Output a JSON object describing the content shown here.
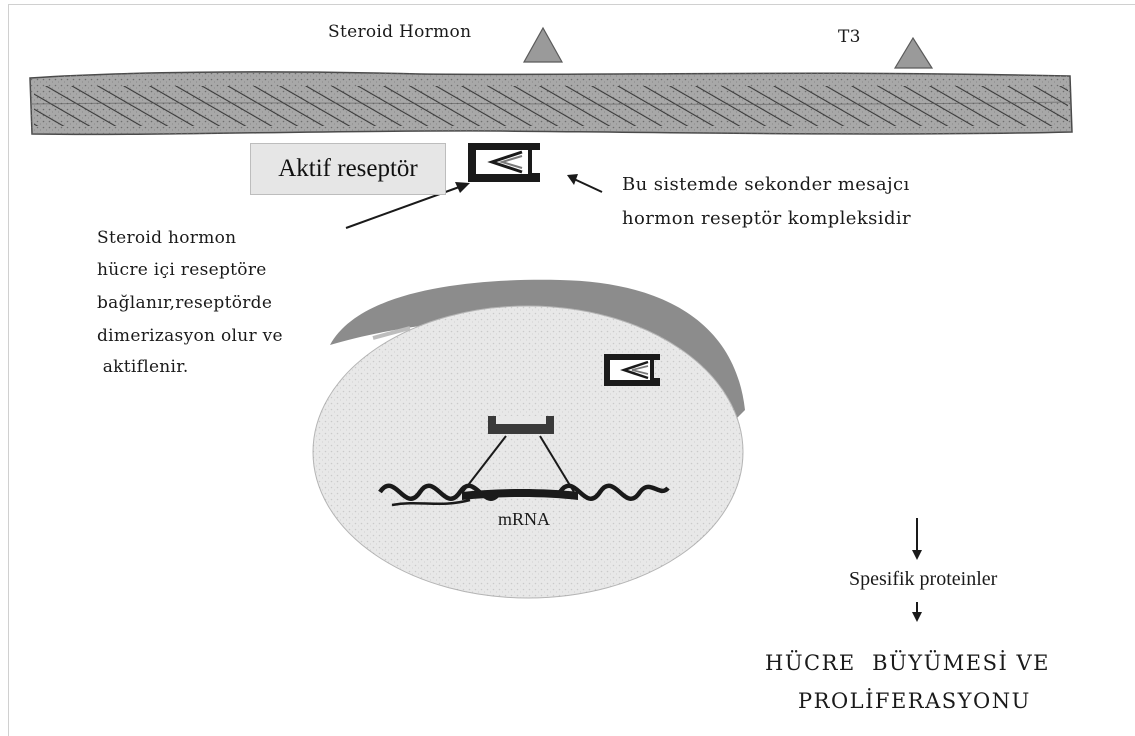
{
  "labels": {
    "steroid_hormone": "Steroid Hormon",
    "t3": "T3",
    "active_receptor": "Aktif reseptör",
    "second_messenger": [
      "Bu sistemde sekonder mesajcı",
      "hormon reseptör kompleksidir"
    ],
    "steroid_binding": [
      "Steroid hormon",
      "hücre içi reseptöre",
      "bağlanır,reseptörde",
      "dimerizasyon olur ve",
      " aktiflenir."
    ],
    "mrna": "mRNA",
    "specific_proteins": "Spesifik proteinler",
    "outcome": [
      "HÜCRE  BÜYÜMESİ VE",
      "PROLİFERASYONU"
    ]
  },
  "colors": {
    "ink": "#1a1a1a",
    "membrane_fill": "#a8a8a8",
    "hormone_fill": "#9a9a9a",
    "nucleus_fill": "#e8e8e8",
    "nucleus_rim": "#8c8c8c",
    "label_box": "#e6e6e6"
  },
  "icons": [
    "steroid-hormone-triangle-icon",
    "t3-triangle-icon",
    "receptor-complex-icon",
    "nuclear-receptor-icon",
    "dna-strand-icon",
    "down-arrow-icon"
  ]
}
